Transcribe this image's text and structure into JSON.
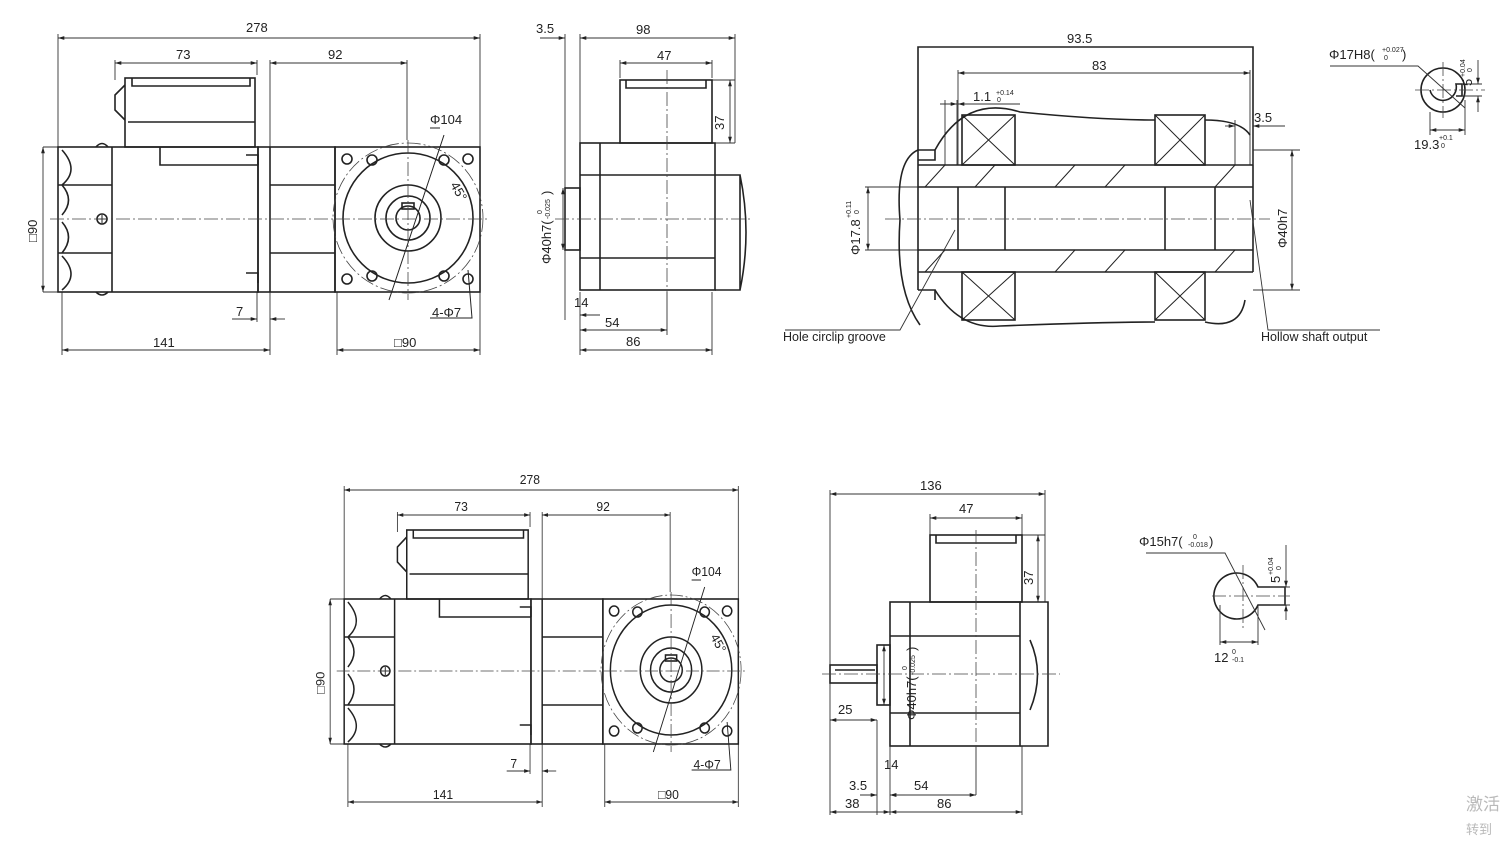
{
  "top_side": {
    "overall": "278",
    "terminal_box": "73",
    "gearhead": "92",
    "height_sq": "□90",
    "motor_len": "141",
    "gap": "7",
    "flange_sq": "□90",
    "pcd": "Φ104",
    "angle": "45°",
    "holes": "4-Φ7"
  },
  "bottom_side": {
    "overall": "278",
    "terminal_box": "73",
    "gearhead": "92",
    "height_sq": "□90",
    "motor_len": "141",
    "gap": "7",
    "flange_sq": "□90",
    "pcd": "Φ104",
    "angle": "45°",
    "holes": "4-Φ7"
  },
  "top_end": {
    "offset": "3.5",
    "overall": "98",
    "box_width": "47",
    "box_height": "37",
    "pilot": "Φ40h7(",
    "pilot_tol_upper": "0",
    "pilot_tol_lower": "-0.025",
    "pilot_close": ")",
    "flange": "14",
    "center": "54",
    "body": "86"
  },
  "section": {
    "overall": "93.5",
    "inner": "83",
    "groove": "1.1",
    "groove_tol_upper": "+0.14",
    "groove_tol_lower": "0",
    "edge": "3.5",
    "bore": "Φ17.8",
    "bore_tol_upper": "+0.11",
    "bore_tol_lower": "0",
    "pilot": "Φ40h7",
    "label_circlip": "Hole circlip groove",
    "label_hollow": "Hollow shaft output"
  },
  "hollow_key": {
    "bore": "Φ17H8(",
    "bore_tol_upper": "+0.027",
    "bore_tol_lower": "0",
    "bore_close": ")",
    "key": "5",
    "key_tol_upper": "+0.04",
    "key_tol_lower": "0",
    "depth": "19.3",
    "depth_tol_upper": "+0.1",
    "depth_tol_lower": "0"
  },
  "bottom_end": {
    "overall": "136",
    "box_width": "47",
    "box_height": "37",
    "pilot": "Φ40h7(",
    "pilot_tol_upper": "0",
    "pilot_tol_lower": "-0.025",
    "pilot_close": ")",
    "shaft": "25",
    "flange": "14",
    "center": "54",
    "offset": "3.5",
    "shaft_total": "38",
    "body": "86"
  },
  "shaft_key": {
    "shaft": "Φ15h7(",
    "shaft_tol_upper": "0",
    "shaft_tol_lower": "-0.018",
    "shaft_close": ")",
    "key": "5",
    "key_tol_upper": "+0.04",
    "key_tol_lower": "0",
    "depth": "12",
    "depth_tol_upper": "0",
    "depth_tol_lower": "-0.1"
  },
  "watermark": {
    "line1": "激活",
    "line2": "转到"
  }
}
